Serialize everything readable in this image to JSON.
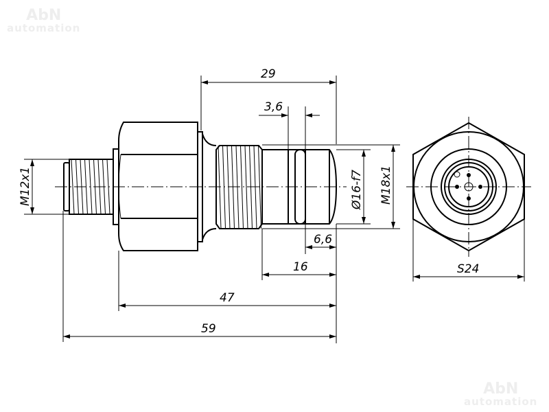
{
  "watermark": {
    "brand": "AbN",
    "sub": "automation"
  },
  "dimensions": {
    "d29": "29",
    "d3_6": "3,6",
    "d6_6": "6,6",
    "d16": "16",
    "d47": "47",
    "d59": "59",
    "m12": "M12x1",
    "d16f7": "Ø16-f7",
    "m18": "M18x1",
    "s24": "S24"
  }
}
